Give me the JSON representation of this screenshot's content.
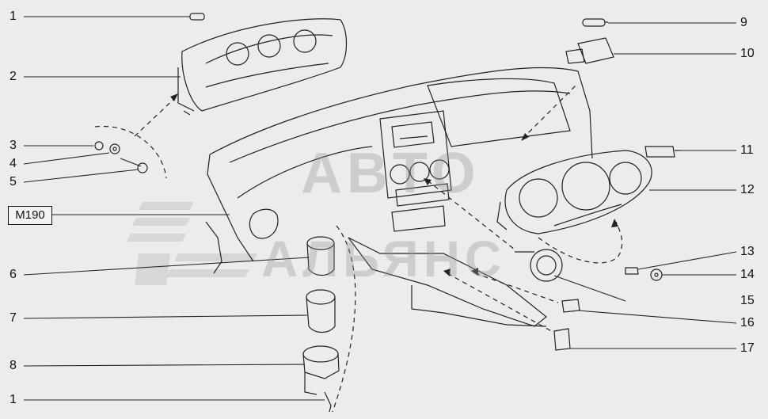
{
  "callouts_left": [
    {
      "id": "c1a",
      "label": "1"
    },
    {
      "id": "c2",
      "label": "2"
    },
    {
      "id": "c3",
      "label": "3"
    },
    {
      "id": "c4",
      "label": "4"
    },
    {
      "id": "c5",
      "label": "5"
    },
    {
      "id": "c6",
      "label": "6"
    },
    {
      "id": "c7",
      "label": "7"
    },
    {
      "id": "c8",
      "label": "8"
    },
    {
      "id": "c1b",
      "label": "1"
    }
  ],
  "callouts_right": [
    {
      "id": "c9",
      "label": "9"
    },
    {
      "id": "c10",
      "label": "10"
    },
    {
      "id": "c11",
      "label": "11"
    },
    {
      "id": "c12",
      "label": "12"
    },
    {
      "id": "c13",
      "label": "13"
    },
    {
      "id": "c14",
      "label": "14"
    },
    {
      "id": "c15",
      "label": "15"
    },
    {
      "id": "c16",
      "label": "16"
    },
    {
      "id": "c17",
      "label": "17"
    }
  ],
  "code_box": "M190",
  "watermark": {
    "top": "ABTO",
    "bottom": "AЛЬЯНС"
  },
  "colors": {
    "background": "#ececec",
    "line": "#111111",
    "watermark": "#999999"
  }
}
